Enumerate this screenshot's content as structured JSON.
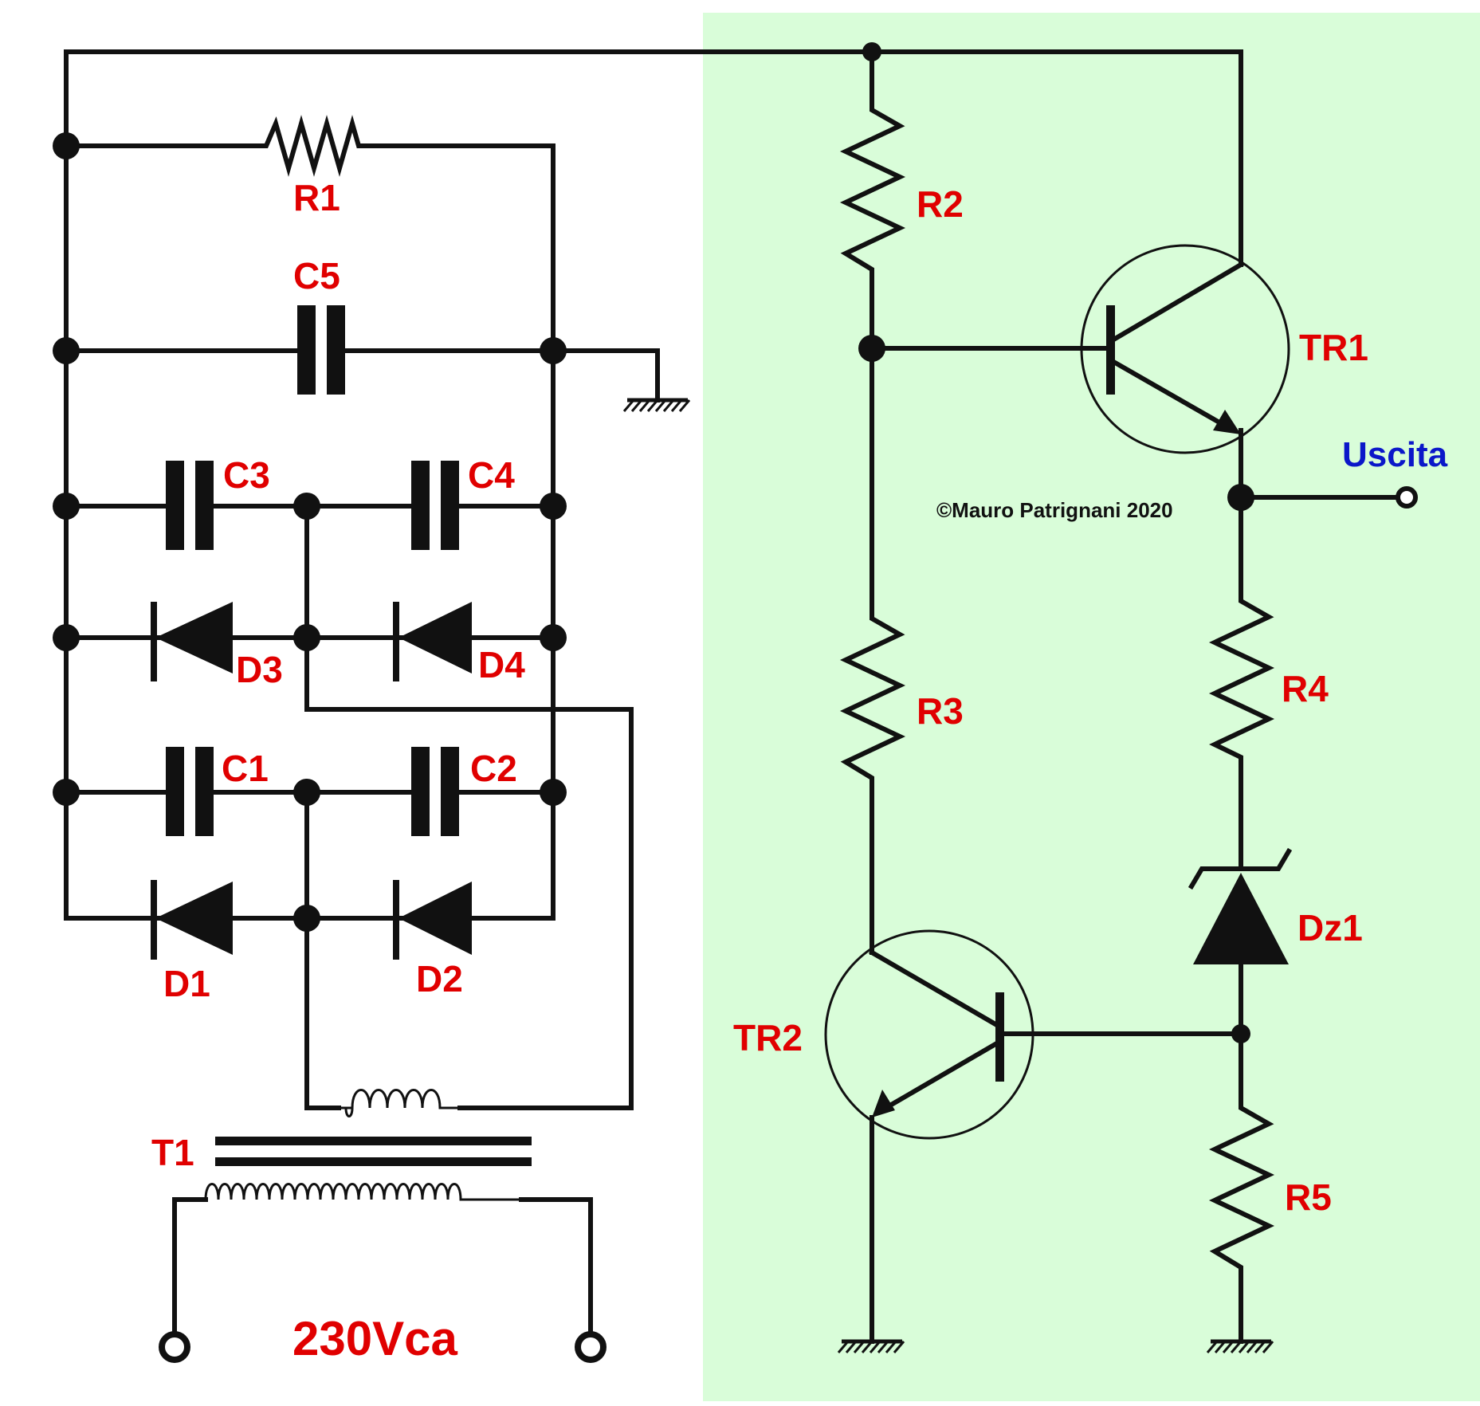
{
  "labels": {
    "r1": "R1",
    "r2": "R2",
    "r3": "R3",
    "r4": "R4",
    "r5": "R5",
    "c1": "C1",
    "c2": "C2",
    "c3": "C3",
    "c4": "C4",
    "c5": "C5",
    "d1": "D1",
    "d2": "D2",
    "d3": "D3",
    "d4": "D4",
    "dz1": "Dz1",
    "tr1": "TR1",
    "tr2": "TR2",
    "t1": "T1",
    "mains": "230Vca",
    "output": "Uscita"
  },
  "copyright": "©Mauro Patrignani 2020",
  "colors": {
    "label": "#e00000",
    "output_label": "#0b17c9",
    "regulator_background": "#d9fdd9",
    "wire": "#111111"
  }
}
